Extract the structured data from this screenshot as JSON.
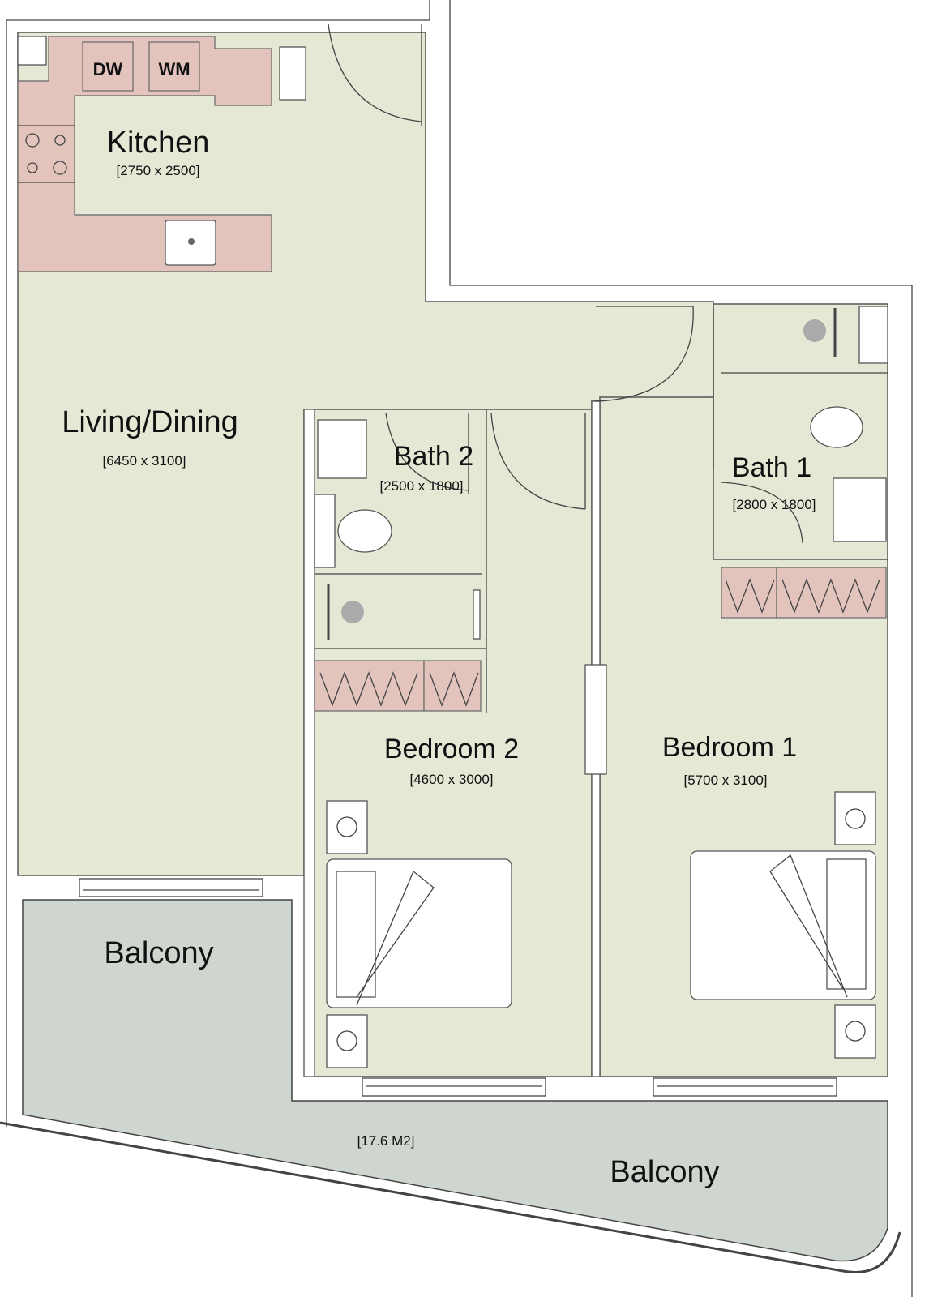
{
  "kitchen": {
    "label": "Kitchen",
    "dims": "[2750 x 2500]",
    "appliance_dw": "DW",
    "appliance_wm": "WM"
  },
  "living": {
    "label": "Living/Dining",
    "dims": "[6450 x 3100]"
  },
  "bath2": {
    "label": "Bath 2",
    "dims": "[2500 x 1800]"
  },
  "bath1": {
    "label": "Bath 1",
    "dims": "[2800 x 1800]"
  },
  "bedroom2": {
    "label": "Bedroom 2",
    "dims": "[4600 x 3000]"
  },
  "bedroom1": {
    "label": "Bedroom 1",
    "dims": "[5700 x 3100]"
  },
  "balcony_left": {
    "label": "Balcony"
  },
  "balcony_bottom": {
    "label": "Balcony",
    "area": "[17.6 M2]"
  },
  "colors": {
    "room": "#e6e8d6",
    "counter": "#e3c4bd",
    "balcony": "#cfd5cf"
  }
}
